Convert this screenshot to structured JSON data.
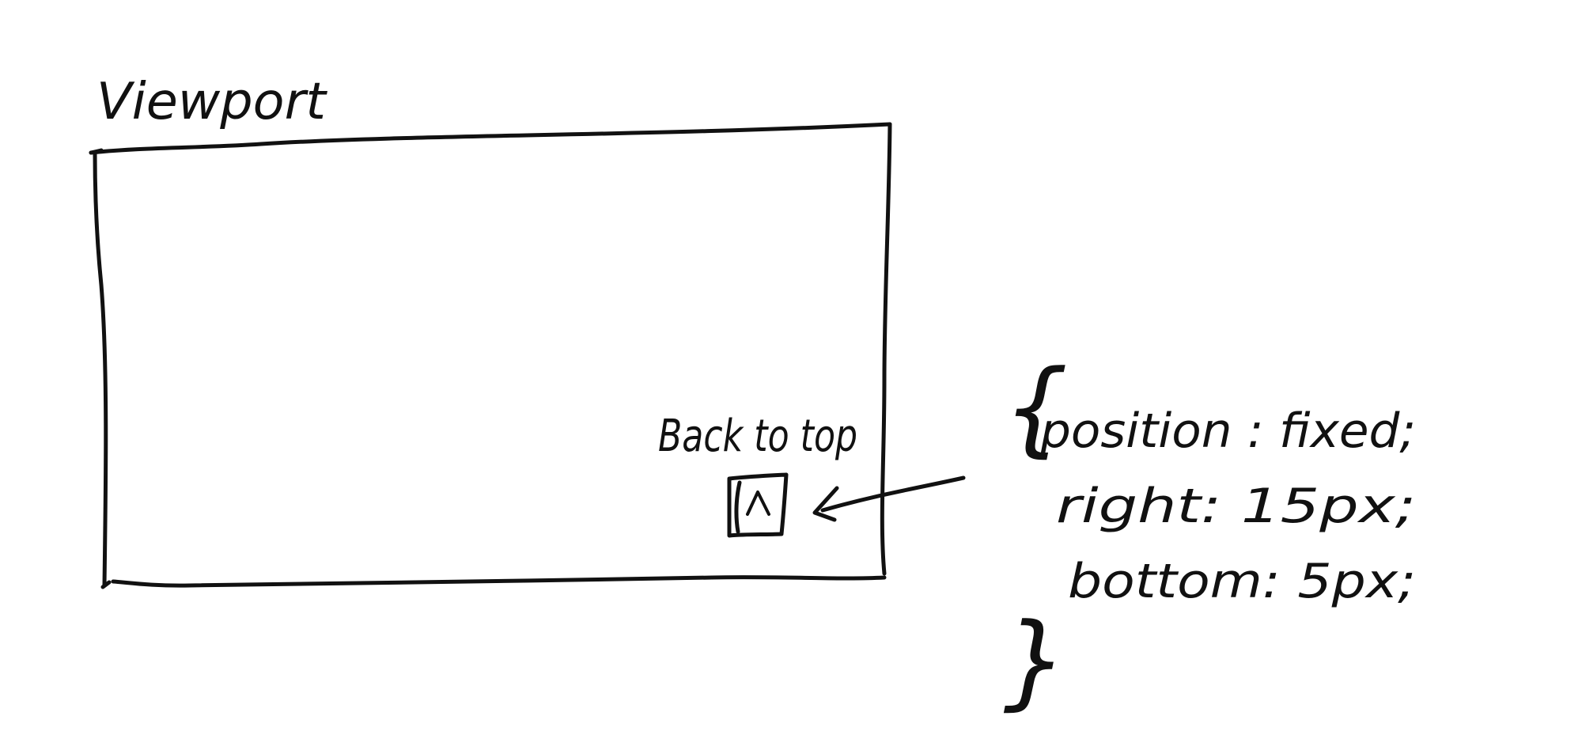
{
  "diagram": {
    "viewport_label": "Viewport",
    "button_label": "Back to top",
    "button_glyph": "^",
    "css_open_brace": "{",
    "css_close_brace": "}",
    "css_rules": [
      "position : fixed;",
      "right:  15px;",
      "bottom: 5px;"
    ],
    "ink_color": "#111111"
  }
}
